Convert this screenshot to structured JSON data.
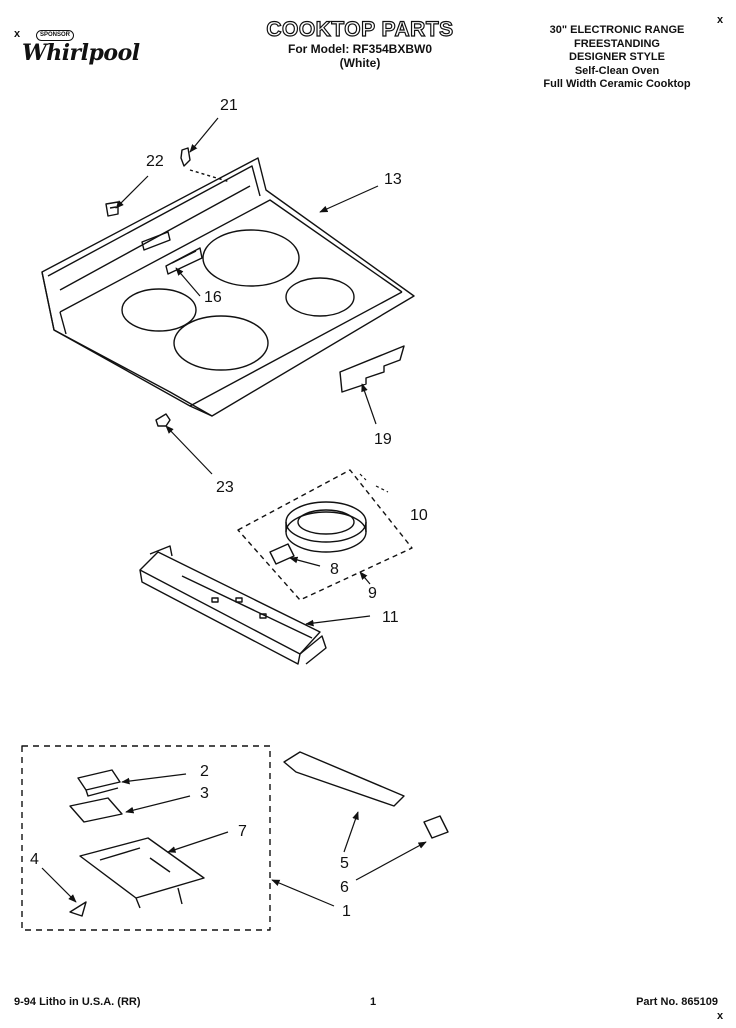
{
  "brand": {
    "top_badge": "SPONSOR",
    "name": "Whirlpool"
  },
  "header": {
    "title": "COOKTOP PARTS",
    "model_line": "For Model: RF354BXBW0",
    "color_line": "(White)"
  },
  "spec": {
    "line1": "30\" ELECTRONIC RANGE",
    "line2": "FREESTANDING",
    "line3": "DESIGNER STYLE",
    "line4": "Self-Clean Oven",
    "line5": "Full Width Ceramic Cooktop"
  },
  "corner_marks": {
    "top_left": "x",
    "top_right": "x",
    "bottom_right": "x"
  },
  "callouts": {
    "c21": "21",
    "c22": "22",
    "c13": "13",
    "c16": "16",
    "c19": "19",
    "c23": "23",
    "c10": "10",
    "c8": "8",
    "c9": "9",
    "c11": "11",
    "c2": "2",
    "c3": "3",
    "c7": "7",
    "c4": "4",
    "c5": "5",
    "c6": "6",
    "c1": "1"
  },
  "footer": {
    "litho": "9-94 Litho in U.S.A. (RR)",
    "page": "1",
    "part_no": "Part No. 865109"
  }
}
